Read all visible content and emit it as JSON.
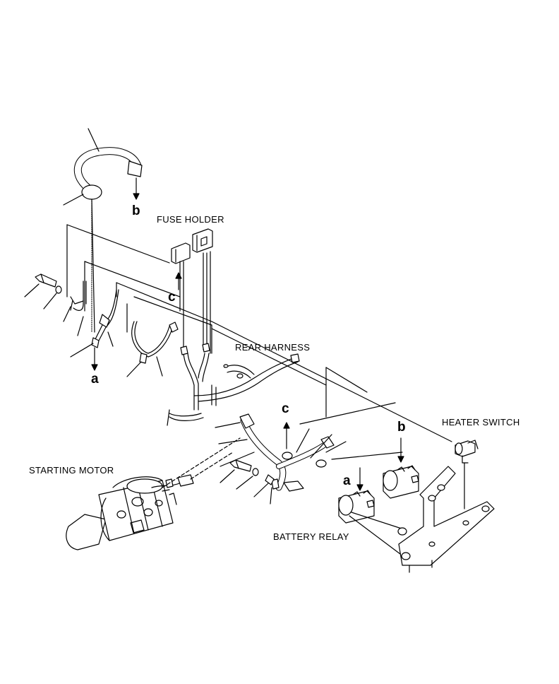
{
  "labels": {
    "fuse_holder": "FUSE HOLDER",
    "rear_harness": "REAR HARNESS",
    "heater_switch": "HEATER SWITCH",
    "starting_motor": "STARTING MOTOR",
    "battery_relay": "BATTERY RELAY"
  },
  "callouts": {
    "a": "a",
    "b": "b",
    "c": "c"
  },
  "colors": {
    "ink": "#000000",
    "paper": "#ffffff",
    "shade": "#e8e8e8"
  }
}
